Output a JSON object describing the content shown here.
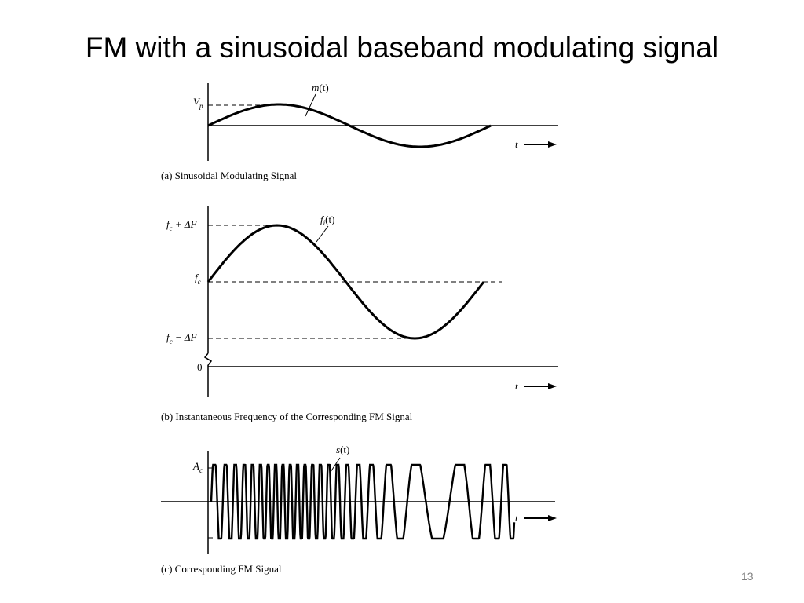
{
  "slide": {
    "title": "FM with a sinusoidal baseband modulating signal",
    "page_number": "13"
  },
  "panel_a": {
    "curve_label_fn": "m",
    "curve_label_arg": "(t)",
    "peak_label_base": "V",
    "peak_label_sub": "p",
    "axis_label": "t",
    "caption": "(a) Sinusoidal Modulating Signal"
  },
  "panel_b": {
    "curve_label_fn": "f",
    "curve_label_sub": "i",
    "curve_label_arg": "(t)",
    "upper_label_base": "f",
    "upper_label_sub": "c",
    "upper_label_rest": " + ΔF",
    "center_label_base": "f",
    "center_label_sub": "c",
    "lower_label_base": "f",
    "lower_label_sub": "c",
    "lower_label_rest": " − ΔF",
    "zero_label": "0",
    "axis_label": "t",
    "caption": "(b) Instantaneous Frequency of the Corresponding FM Signal"
  },
  "panel_c": {
    "curve_label_fn": "s",
    "curve_label_arg": "(t)",
    "amplitude_label_base": "A",
    "amplitude_label_sub": "c",
    "axis_label": "t",
    "caption": "(c) Corresponding FM Signal"
  },
  "colors": {
    "ink": "#000000",
    "page_number": "#7f7f7f",
    "background": "#ffffff"
  },
  "icons": [
    "arrow-right-icon",
    "axis-break-icon"
  ]
}
